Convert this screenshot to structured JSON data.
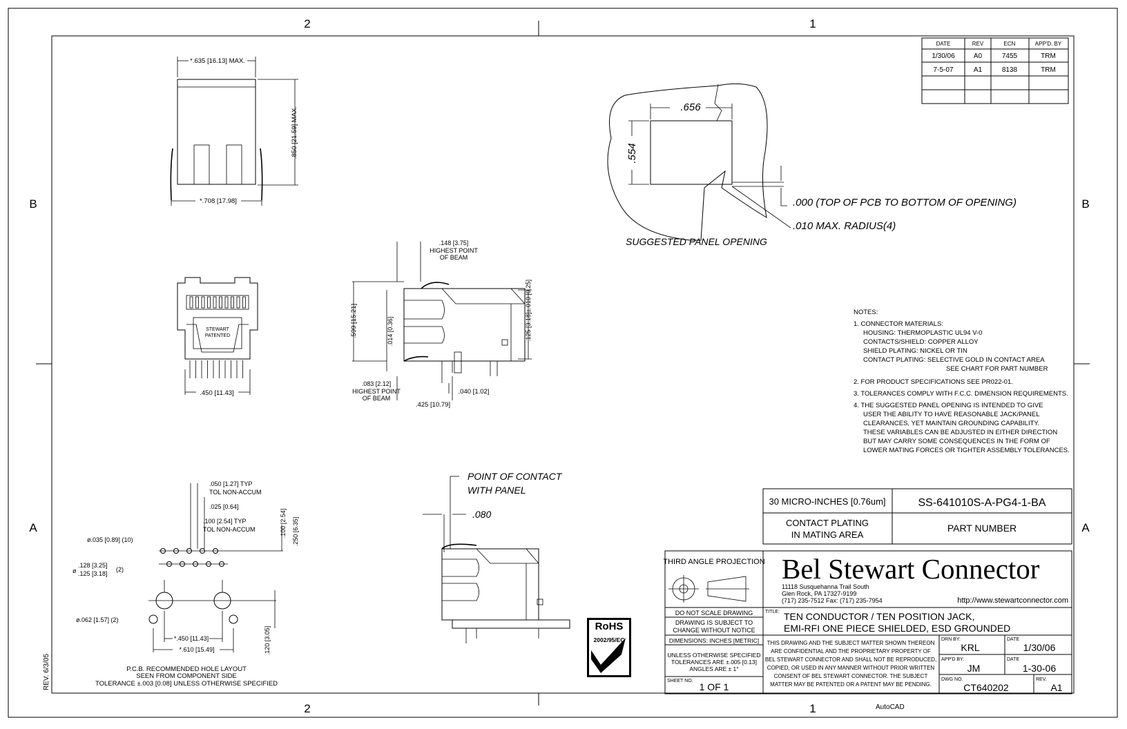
{
  "zones": {
    "top_left": "2",
    "top_right": "1",
    "bottom_left": "2",
    "bottom_right": "1",
    "left_upper": "B",
    "left_lower": "A",
    "right_upper": "B",
    "right_lower": "A"
  },
  "side_rev": "REV. 6/3/05",
  "autocad": "AutoCAD",
  "revisions": {
    "headers": [
      "DATE",
      "REV",
      "ECN",
      "APP'D. BY"
    ],
    "rows": [
      [
        "1/30/06",
        "A0",
        "7455",
        "TRM"
      ],
      [
        "7-5-07",
        "A1",
        "8138",
        "TRM"
      ],
      [
        "",
        "",
        "",
        ""
      ],
      [
        "",
        "",
        "",
        ""
      ]
    ]
  },
  "top_view": {
    "width_top": "*.635 [16.13] MAX.",
    "height": ".850 [21.59] MAX.",
    "width_bottom": "*.708 [17.98]"
  },
  "front_view": {
    "width": ".450 [11.43]",
    "stamp_line1": "STEWART",
    "stamp_line2": "PATENTED"
  },
  "side_view": {
    "beam_top_1": ".148 [3.75]",
    "beam_top_2": "HIGHEST POINT",
    "beam_top_3": "OF BEAM",
    "height": ".599 [15.21]",
    "offset": ".014 [0.36]",
    "right_dim": ".125 [3.18]±.010 [0.25]",
    "beam_bot_1": ".083 [2.12]",
    "beam_bot_2": "HIGHEST POINT",
    "beam_bot_3": "OF BEAM",
    "pin": ".040 [1.02]",
    "depth": ".425 [10.79]"
  },
  "panel": {
    "width": ".656",
    "height": ".554",
    "note_pcb": ".000 (TOP OF PCB TO BOTTOM OF OPENING)",
    "radius": ".010 MAX. RADIUS(4)",
    "caption": "SUGGESTED PANEL OPENING"
  },
  "notes": {
    "title": "NOTES:",
    "lines": [
      "1. CONNECTOR MATERIALS:",
      "HOUSING:   THERMOPLASTIC UL94 V-0",
      "CONTACTS/SHIELD:  COPPER ALLOY",
      "SHIELD PLATING:  NICKEL OR TIN",
      "CONTACT PLATING:  SELECTIVE GOLD IN CONTACT AREA",
      "SEE CHART FOR PART NUMBER",
      "2. FOR PRODUCT SPECIFICATIONS SEE PR022-01.",
      "3. TOLERANCES COMPLY WITH F.C.C. DIMENSION REQUIREMENTS.",
      "4. THE SUGGESTED PANEL OPENING IS INTENDED TO GIVE",
      "USER THE ABILITY TO HAVE REASONABLE JACK/PANEL",
      "CLEARANCES, YET MAINTAIN GROUNDING CAPABILITY.",
      "THESE VARIABLES CAN BE ADJUSTED IN EITHER DIRECTION",
      "BUT MAY CARRY SOME CONSEQUENCES IN THE FORM OF",
      "LOWER MATING FORCES OR TIGHTER ASSEMBLY TOLERANCES."
    ]
  },
  "pcb": {
    "d1": ".050 [1.27] TYP",
    "d1b": "TOL NON-ACCUM",
    "d2": ".025 [0.64]",
    "d3": ".100 [2.54] TYP",
    "d3b": "TOL NON-ACCUM",
    "v1": ".100 [2.54]",
    "v2": ".250 [6.35]",
    "hole1": "ø.035 [0.89] (10)",
    "hole2a": ".128 [3.25]",
    "hole2b": ".125 [3.18]",
    "hole2c": "(2)",
    "hole2pre": "ø",
    "hole3": "ø.062 [1.57] (2)",
    "w1": "*.450 [11.43]",
    "w2": "*.610 [15.49]",
    "v3": ".120 [3.05]",
    "cap1": "P.C.B. RECOMMENDED HOLE LAYOUT",
    "cap2": "SEEN FROM COMPONENT SIDE",
    "cap3": "TOLERANCE ±.003 [0.08] UNLESS OTHERWISE SPECIFIED"
  },
  "contact": {
    "label1": "POINT OF CONTACT",
    "label2": "WITH PANEL",
    "dim": ".080"
  },
  "plating": {
    "spec": "30 MICRO-INCHES [0.76um]",
    "part": "SS-641010S-A-PG4-1-BA",
    "label1": "CONTACT PLATING",
    "label2": "IN MATING AREA",
    "part_label": "PART NUMBER"
  },
  "title_block": {
    "projection": "THIRD ANGLE PROJECTION",
    "company": "Bel Stewart Connector",
    "addr1": "11118 Susquehanna Trail South",
    "addr2": "Glen Rock, PA  17327-9199",
    "addr3": "(717) 235-7512  Fax: (717) 235-7954",
    "url": "http://www.stewartconnector.com",
    "no_scale": "DO NOT SCALE DRAWING",
    "subject1": "DRAWING IS SUBJECT TO",
    "subject2": "CHANGE WITHOUT NOTICE",
    "dims": "DIMENSIONS: INCHES [METRIC]",
    "tol1": "UNLESS OTHERWISE SPECIFIED",
    "tol2": "TOLERANCES ARE ±.005 [0.13]",
    "tol3": "ANGLES ARE ± 1°",
    "sheet_label": "SHEET NO.",
    "sheet": "1 OF 1",
    "title_label": "TITLE:",
    "title1": "TEN CONDUCTOR / TEN POSITION JACK,",
    "title2": "EMI-RFI ONE PIECE SHIELDED, ESD GROUNDED",
    "conf": [
      "THIS DRAWING AND THE SUBJECT MATTER SHOWN THEREON",
      "ARE CONFIDENTIAL AND THE PROPRIETARY PROPERTY OF",
      "BEL STEWART CONNECTOR AND SHALL NOT BE REPRODUCED,",
      "COPIED, OR USED IN ANY MANNER WITHOUT PRIOR WRITTEN",
      "CONSENT OF BEL STEWART CONNECTOR.  THE SUBJECT",
      "MATTER MAY BE PATENTED OR A PATENT MAY BE PENDING."
    ],
    "drn_label": "DRN BY:",
    "drn": "KRL",
    "date_label": "DATE",
    "drn_date": "1/30/06",
    "appd_label": "APP'D BY:",
    "appd": "JM",
    "appd_date": "1-30-06",
    "dwg_label": "DWG NO.",
    "dwg": "CT640202",
    "rev_label": "REV.",
    "rev": "A1"
  },
  "rohs": {
    "logo": "RoHS",
    "directive": "2002/95/EC"
  }
}
